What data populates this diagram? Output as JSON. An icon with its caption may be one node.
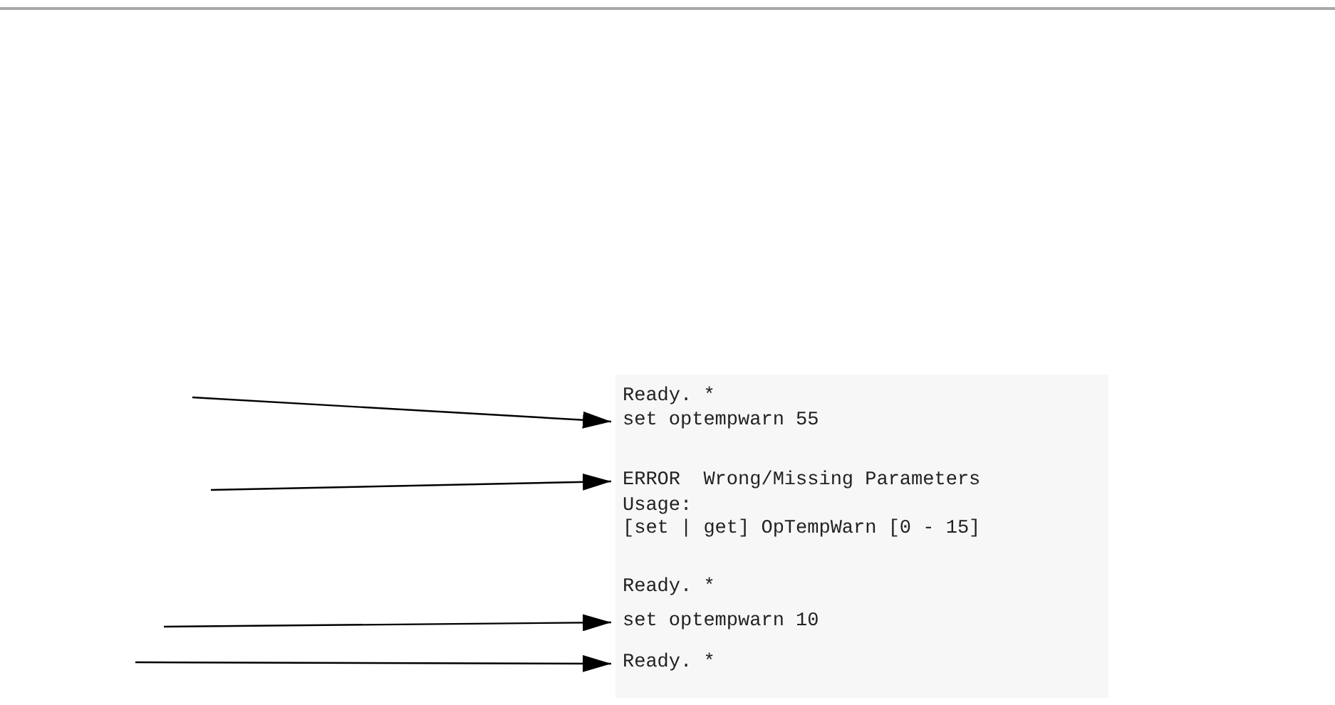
{
  "diagram": {
    "nodes": [
      {
        "text": [],
        "shape": "box"
      },
      {
        "text": [
          "Ready. *"
        ],
        "in": 0
      },
      {
        "text": [
          "set optempwarn 55"
        ],
        "in": 0
      },
      {
        "text": [
          "ERROR  Wrong/Missing Parameters"
        ],
        "in": 0
      },
      {
        "text": [
          "Usage:"
        ],
        "in": 0
      },
      {
        "text": [
          "[set | get] OpTempWarn [0 - 15]"
        ],
        "in": 0
      },
      {
        "text": [
          "Ready. *"
        ],
        "in": 0
      },
      {
        "text": [
          "set optempwarn 10"
        ],
        "in": 0
      },
      {
        "text": [
          "Ready. *"
        ],
        "in": 0
      }
    ],
    "edges": [
      {
        "from": null,
        "to": 2,
        "arrow": "to"
      },
      {
        "from": null,
        "to": 3,
        "arrow": "to"
      },
      {
        "from": null,
        "to": 7,
        "arrow": "to"
      },
      {
        "from": null,
        "to": 8,
        "arrow": "to"
      }
    ]
  }
}
